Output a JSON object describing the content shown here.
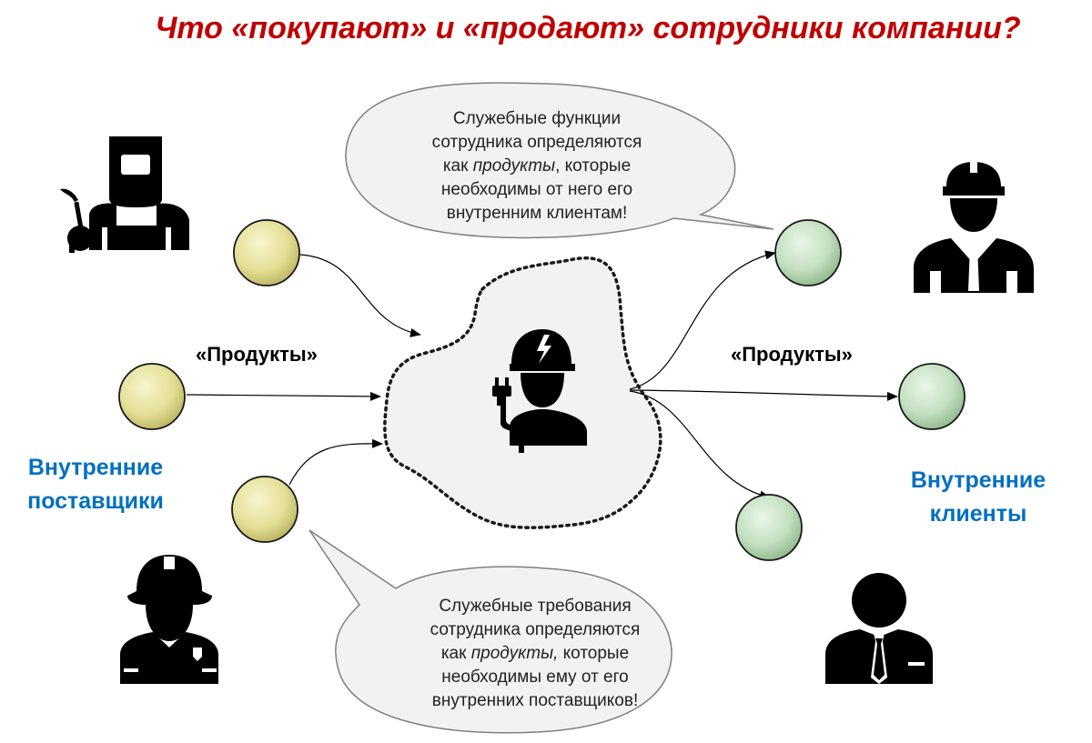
{
  "title": "Что «покупают» и «продают» сотрудники компании?",
  "labels": {
    "products_left": "«Продукты»",
    "products_right": "«Продукты»",
    "suppliers_line1": "Внутренние",
    "suppliers_line2": "поставщики",
    "clients_line1": "Внутренние",
    "clients_line2": "клиенты"
  },
  "bubble_top": {
    "line1": "Служебные функции",
    "line2": "сотрудника определяются",
    "line3_pre": "как ",
    "line3_em": "продукты",
    "line3_post": ", которые",
    "line4": "необходимы от него его",
    "line5": "внутренним клиентам!"
  },
  "bubble_bottom": {
    "line1": "Служебные требования",
    "line2": "сотрудника определяются",
    "line3_pre": "как ",
    "line3_em": "продукты,",
    "line3_post": " которые",
    "line4": "необходимы ему от его",
    "line5": "внутренних поставщиков!"
  },
  "colors": {
    "title": "#c00000",
    "group_label": "#0070c0",
    "supplier_node": "#e6e29a",
    "client_node": "#c4e0c2",
    "cloud_fill": "#f2f2f2"
  },
  "icons": [
    "welder-icon",
    "firefighter-icon",
    "electrician-icon",
    "builder-icon",
    "businessman-icon"
  ]
}
